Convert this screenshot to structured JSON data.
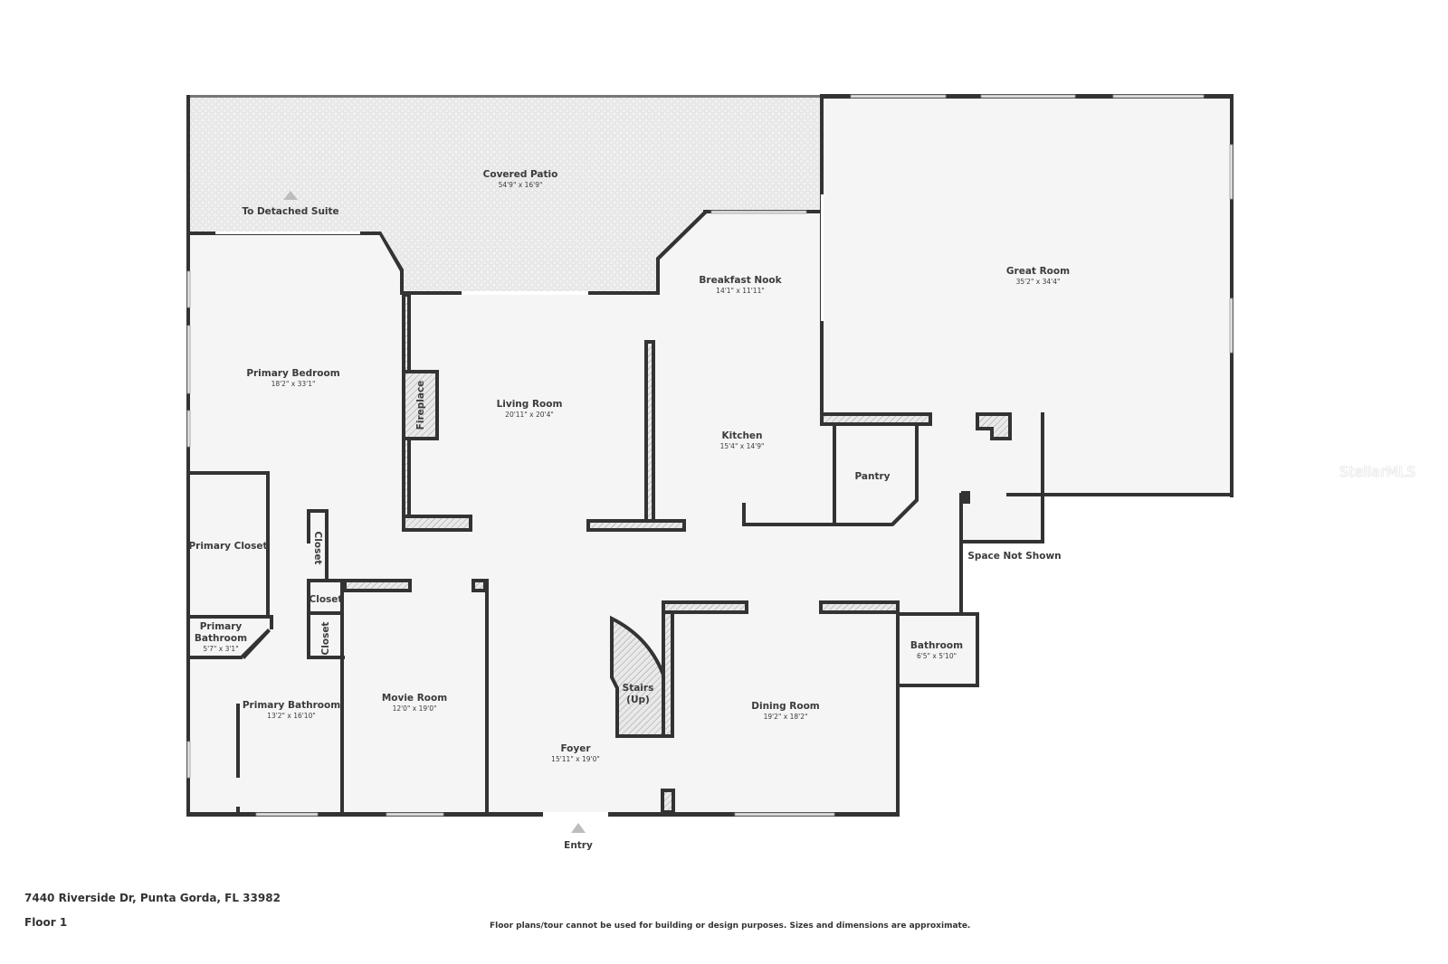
{
  "floorplan": {
    "rooms": [
      {
        "id": "covered-patio",
        "name": "Covered Patio",
        "dims": "54'9\" x 16'9\""
      },
      {
        "id": "great-room",
        "name": "Great Room",
        "dims": "35'2\" x 34'4\""
      },
      {
        "id": "breakfast-nook",
        "name": "Breakfast Nook",
        "dims": "14'1\" x 11'11\""
      },
      {
        "id": "primary-bedroom",
        "name": "Primary Bedroom",
        "dims": "18'2\" x 33'1\""
      },
      {
        "id": "living-room",
        "name": "Living Room",
        "dims": "20'11\" x 20'4\""
      },
      {
        "id": "kitchen",
        "name": "Kitchen",
        "dims": "15'4\" x 14'9\""
      },
      {
        "id": "pantry",
        "name": "Pantry",
        "dims": ""
      },
      {
        "id": "primary-closet",
        "name": "Primary Closet",
        "dims": ""
      },
      {
        "id": "primary-bathroom-small",
        "name": "Primary Bathroom",
        "dims": "5'7\" x 3'1\""
      },
      {
        "id": "primary-bathroom",
        "name": "Primary Bathroom",
        "dims": "13'2\" x 16'10\""
      },
      {
        "id": "movie-room",
        "name": "Movie Room",
        "dims": "12'0\" x 19'0\""
      },
      {
        "id": "foyer",
        "name": "Foyer",
        "dims": "15'11\" x 19'0\""
      },
      {
        "id": "dining-room",
        "name": "Dining Room",
        "dims": "19'2\" x 18'2\""
      },
      {
        "id": "bathroom",
        "name": "Bathroom",
        "dims": "6'5\" x 5'10\""
      },
      {
        "id": "stairs",
        "name": "Stairs",
        "dims": "(Up)"
      }
    ],
    "features": {
      "fireplace": "Fireplace",
      "closet_1": "Closet",
      "closet_2": "Closet",
      "closet_3": "Closet",
      "space_not_shown": "Space Not Shown",
      "to_detached_suite": "To Detached Suite",
      "entry": "Entry"
    },
    "colors": {
      "wall": "#333333",
      "floor": "#f5f5f5",
      "window": "#e6e6e6",
      "marker": "#bdbdbd"
    }
  },
  "footer": {
    "address": "7440 Riverside Dr, Punta Gorda, FL 33982",
    "floor": "Floor 1",
    "disclaimer": "Floor plans/tour cannot be used for building or design purposes. Sizes and dimensions are approximate."
  },
  "watermark": "StellarMLS"
}
